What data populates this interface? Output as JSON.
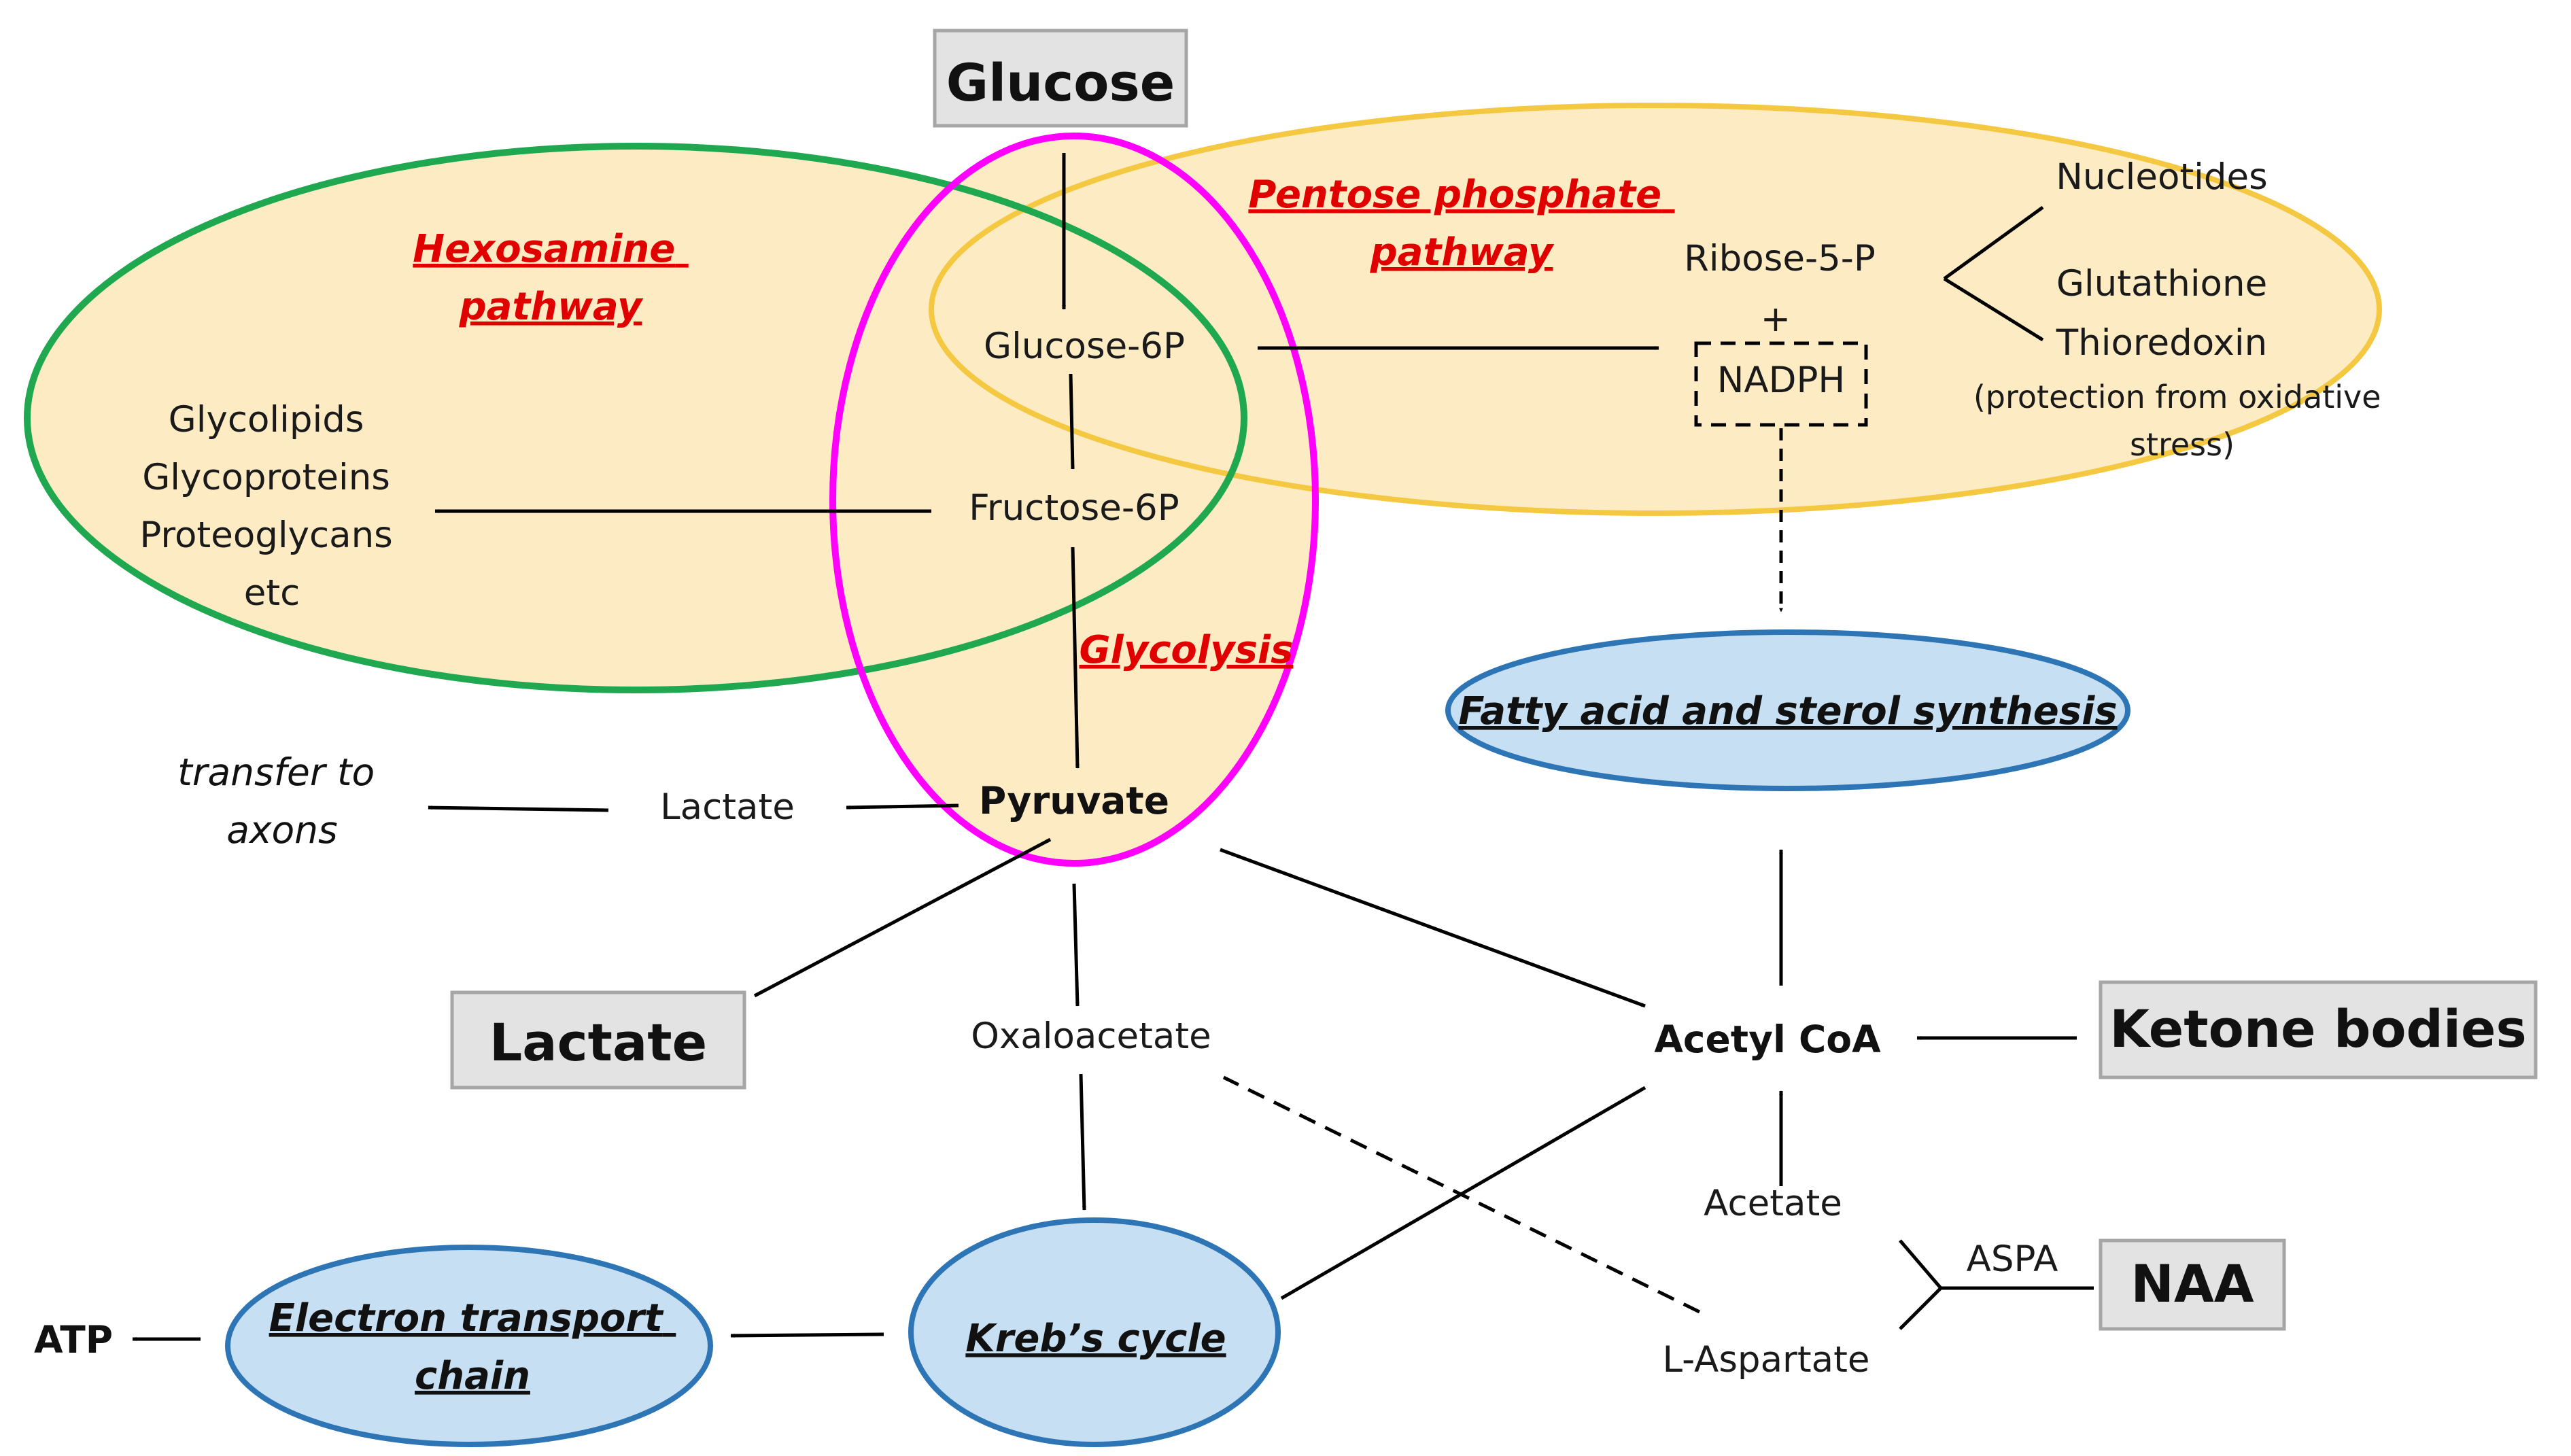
{
  "inputs": {
    "glucose": "Glucose",
    "lactate": "Lactate",
    "ketone_bodies": "Ketone bodies",
    "naa": "NAA"
  },
  "pathways": {
    "hexosamine": [
      "Hexosamine",
      "pathway"
    ],
    "pentose_phosphate": [
      "Pentose phosphate",
      "pathway"
    ],
    "glycolysis": "Glycolysis"
  },
  "metabolites": {
    "glucose_6p": "Glucose-6P",
    "fructose_6p": "Fructose-6P",
    "pyruvate": "Pyruvate",
    "lactate_inner": "Lactate",
    "oxaloacetate": "Oxaloacetate",
    "acetyl_coa": "Acetyl CoA",
    "acetate": "Acetate",
    "l_aspartate": "L-Aspartate",
    "ribose_5p": "Ribose-5-P",
    "plus": "+",
    "nadph": "NADPH",
    "atp": "ATP"
  },
  "enzymes": {
    "aspa": "ASPA"
  },
  "products": {
    "hexosamine": [
      "Glycolipids",
      "Glycoproteins",
      "Proteoglycans",
      "etc"
    ],
    "nucleotides": "Nucleotides",
    "glutathione": "Glutathione",
    "thioredoxin": "Thioredoxin",
    "protection_note": [
      "(protection from oxidative",
      "stress)"
    ],
    "transfer_to_axons": [
      "transfer to",
      "axons"
    ]
  },
  "processes": {
    "fatty_acid": "Fatty acid and sterol synthesis",
    "krebs": "Kreb’s cycle",
    "electron_transport": [
      "Electron transport",
      "chain"
    ]
  },
  "colors": {
    "hexosamine_ring": "#1fa84f",
    "pentose_ring": "#f5c842",
    "glycolysis_ring": "#ff00ff",
    "region_fill": "#fdebc4",
    "process_fill": "#c6dff2",
    "process_ring": "#2e75b6",
    "pathway_label": "#e00000",
    "box_fill": "#e3e3e3",
    "box_border": "#a6a6a6"
  }
}
